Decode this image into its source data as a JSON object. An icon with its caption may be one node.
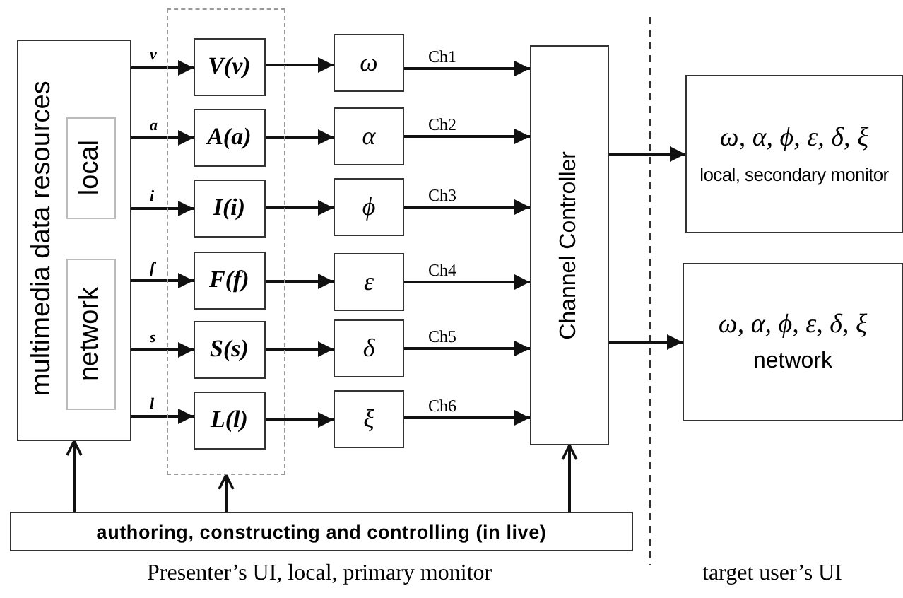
{
  "diagram": {
    "nodes": [
      {
        "text": [
          "multimedia data resources"
        ]
      },
      {
        "text": [
          "local"
        ],
        "in": 0
      },
      {
        "text": [
          "network"
        ],
        "in": 0
      },
      {
        "text": [],
        "shape": "box"
      },
      {
        "text": [
          "V(v)"
        ],
        "in": 3
      },
      {
        "text": [
          "A(a)"
        ],
        "in": 3
      },
      {
        "text": [
          "I(i)"
        ],
        "in": 3
      },
      {
        "text": [
          "F(f)"
        ],
        "in": 3
      },
      {
        "text": [
          "S(s)"
        ],
        "in": 3
      },
      {
        "text": [
          "L(l)"
        ],
        "in": 3
      },
      {
        "text": [
          "ω"
        ]
      },
      {
        "text": [
          "α"
        ]
      },
      {
        "text": [
          "ϕ"
        ]
      },
      {
        "text": [
          "ε"
        ]
      },
      {
        "text": [
          "δ"
        ]
      },
      {
        "text": [
          "ξ"
        ]
      },
      {
        "text": [
          "Channel Controller"
        ]
      },
      {
        "text": [
          "ω, α, ϕ, ε, δ, ξ",
          "local, secondary monitor"
        ]
      },
      {
        "text": [
          "ω, α, ϕ, ε, δ, ξ",
          "network"
        ]
      },
      {
        "text": [
          "authoring, constructing and controlling (in live)"
        ]
      }
    ],
    "edges": [
      {
        "from": 0,
        "to": 4,
        "arrow": "to",
        "label": "v"
      },
      {
        "from": 0,
        "to": 5,
        "arrow": "to",
        "label": "a"
      },
      {
        "from": 0,
        "to": 6,
        "arrow": "to",
        "label": "i"
      },
      {
        "from": 0,
        "to": 7,
        "arrow": "to",
        "label": "f"
      },
      {
        "from": 0,
        "to": 8,
        "arrow": "to",
        "label": "s"
      },
      {
        "from": 0,
        "to": 9,
        "arrow": "to",
        "label": "l"
      },
      {
        "from": 4,
        "to": 10,
        "arrow": "to"
      },
      {
        "from": 5,
        "to": 11,
        "arrow": "to"
      },
      {
        "from": 6,
        "to": 12,
        "arrow": "to"
      },
      {
        "from": 7,
        "to": 13,
        "arrow": "to"
      },
      {
        "from": 8,
        "to": 14,
        "arrow": "to"
      },
      {
        "from": 9,
        "to": 15,
        "arrow": "to"
      },
      {
        "from": 10,
        "to": 16,
        "arrow": "to",
        "label": "Ch1"
      },
      {
        "from": 11,
        "to": 16,
        "arrow": "to",
        "label": "Ch2"
      },
      {
        "from": 12,
        "to": 16,
        "arrow": "to",
        "label": "Ch3"
      },
      {
        "from": 13,
        "to": 16,
        "arrow": "to",
        "label": "Ch4"
      },
      {
        "from": 14,
        "to": 16,
        "arrow": "to",
        "label": "Ch5"
      },
      {
        "from": 15,
        "to": 16,
        "arrow": "to",
        "label": "Ch6"
      },
      {
        "from": 16,
        "to": 17,
        "arrow": "to"
      },
      {
        "from": 16,
        "to": 18,
        "arrow": "to"
      },
      {
        "from": 19,
        "to": 0,
        "arrow": "to"
      },
      {
        "from": 19,
        "to": 3,
        "arrow": "to"
      },
      {
        "from": 19,
        "to": 16,
        "arrow": "to"
      }
    ],
    "labels": [
      "Presenter’s UI, local, primary monitor",
      "target user’s UI"
    ]
  }
}
